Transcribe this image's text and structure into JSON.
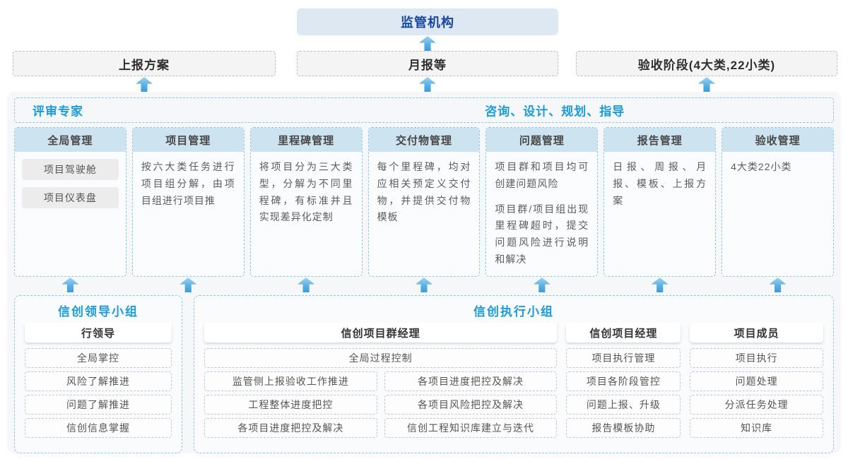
{
  "colors": {
    "accent_blue": "#1d9bd9",
    "regulator_navy": "#17479e",
    "regulator_bg": "#dde8f3",
    "column_header_bg": "#cde3ef",
    "dashed_blue": "#8cc5e8",
    "arrow_blue": "#4aa3da"
  },
  "top": {
    "regulator": "监管机构"
  },
  "row2": {
    "stage1": "上报方案",
    "stage2": "月报等",
    "stage3": "验收阶段(4大类,22小类)"
  },
  "middle": {
    "left_title": "评审专家",
    "right_title": "咨询、设计、规划、指导",
    "columns": [
      {
        "header": "全局管理",
        "pills": [
          "项目驾驶舱",
          "项目仪表盘"
        ]
      },
      {
        "header": "项目管理",
        "paragraphs": [
          "按六大类任务进行项目组分解，由项目组进行项目推"
        ]
      },
      {
        "header": "里程碑管理",
        "paragraphs": [
          "将项目分为三大类型，分解为不同里程碑，有标准并且实现差异化定制"
        ]
      },
      {
        "header": "交付物管理",
        "paragraphs": [
          "每个里程碑，均对应相关预定义交付物，并提供交付物模板"
        ]
      },
      {
        "header": "问题管理",
        "paragraphs": [
          "项目群和项目均可创建问题风险",
          "项目群/项目组出现里程碑超时，提交问题风险进行说明和解决"
        ]
      },
      {
        "header": "报告管理",
        "paragraphs": [
          "日报、周报、月报、模板、上报方案"
        ]
      },
      {
        "header": "验收管理",
        "paragraphs": [
          "4大类22小类"
        ]
      }
    ]
  },
  "bottom": {
    "leadership": {
      "title": "信创领导小组",
      "role": "行领导",
      "items": [
        "全局掌控",
        "风险了解推进",
        "问题了解推进",
        "信创信息掌握"
      ]
    },
    "execution": {
      "title": "信创执行小组",
      "group1": {
        "role": "信创项目群经理",
        "full_item": "全局过程控制",
        "left_items": [
          "监管侧上报验收工作推进",
          "工程整体进度把控",
          "各项目进度把控及解决"
        ],
        "right_items": [
          "各项目进度把控及解决",
          "各项目风险把控及解决",
          "信创工程知识库建立与迭代"
        ]
      },
      "group2": {
        "role": "信创项目经理",
        "items": [
          "项目执行管理",
          "项目各阶段管控",
          "问题上报、升级",
          "报告模板协助"
        ]
      },
      "group3": {
        "role": "项目成员",
        "items": [
          "项目执行",
          "问题处理",
          "分派任务处理",
          "知识库"
        ]
      }
    }
  }
}
